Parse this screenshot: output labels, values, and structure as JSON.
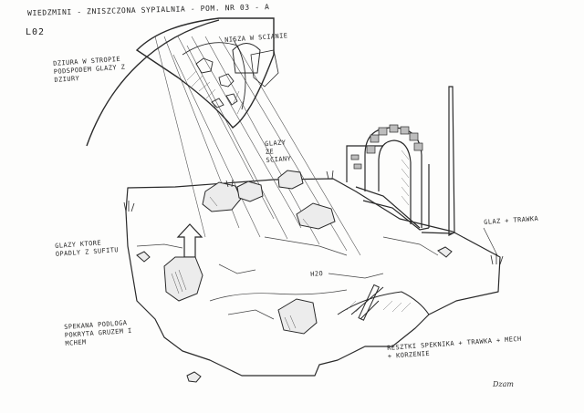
{
  "title": "WIEDZMINI - ZNISZCZONA SYPIALNIA - POM. NR 03 - A",
  "code": "L02",
  "notes": {
    "hole_in_ceiling": "DZIURA W STROPIE\nPODSPODEM GLAZY Z\nDZIURY",
    "niche_in_wall": "NISZA W SCIANIE",
    "boulders_from_wall": "GLAZY\nZE\nSCIANY",
    "rock_and_grass": "GLAZ + TRAWKA",
    "fallen_rocks": "GLAZY KTORE\nOPADLY Z SUFITU",
    "water_label": "H2O",
    "cracked_floor": "SPEKANA PODLOGA\nPOKRYTA GRUZEM I\nMCHEM",
    "remains": "RESZTKI SPEKNIKA + TRAWKA + MECH\n+ KORZENIE"
  },
  "signature": "Dzam",
  "colors": {
    "ink": "#2a2a2a",
    "paper": "#fdfdfc",
    "shade": "#9a9a9a",
    "light": "#d8d8d8"
  }
}
